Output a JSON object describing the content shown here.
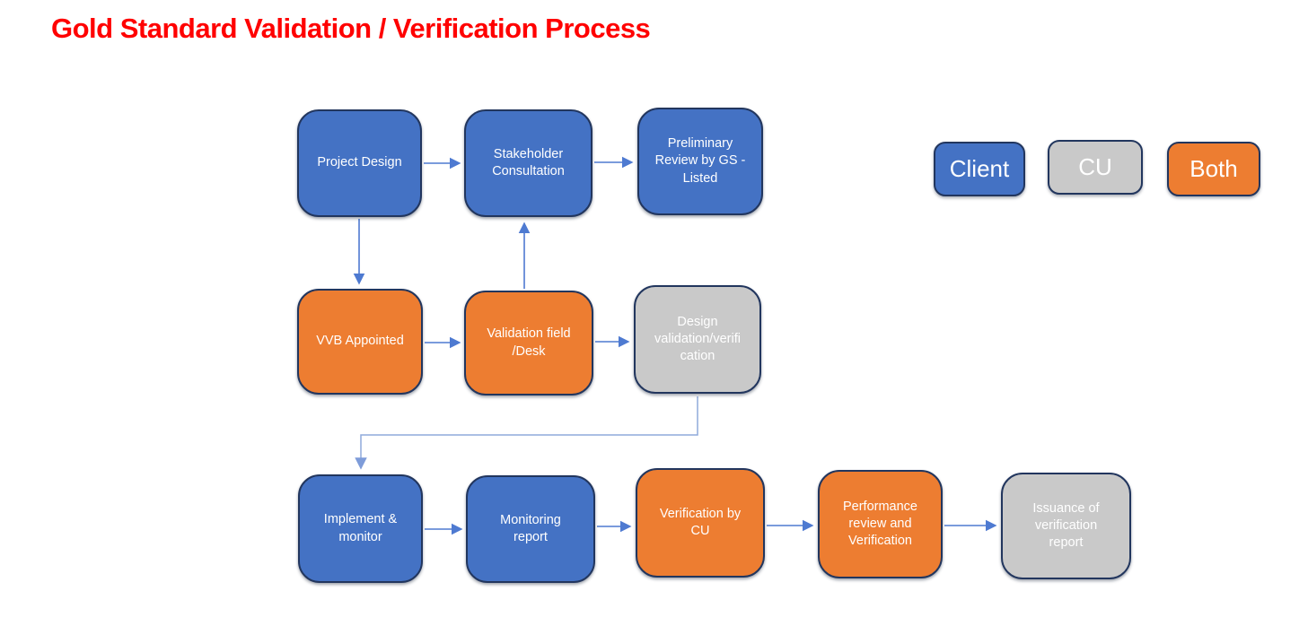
{
  "title": {
    "text": "Gold Standard Validation / Verification Process",
    "color": "#FF0000"
  },
  "legend": {
    "items": [
      {
        "label": "Client",
        "color": "#4472C4"
      },
      {
        "label": "CU",
        "color": "#C9C9C9"
      },
      {
        "label": "Both",
        "color": "#ED7D31"
      }
    ]
  },
  "diagram": {
    "nodes": [
      {
        "id": "project-design",
        "label": "Project Design",
        "actor": "Client",
        "color": "#4472C4"
      },
      {
        "id": "stakeholder-consultation",
        "label": "Stakeholder\nConsultation",
        "actor": "Client",
        "color": "#4472C4"
      },
      {
        "id": "preliminary-review-gs-listed",
        "label": "Preliminary\nReview by GS -\nListed",
        "actor": "Client",
        "color": "#4472C4"
      },
      {
        "id": "vvb-appointed",
        "label": "VVB Appointed",
        "actor": "Both",
        "color": "#ED7D31"
      },
      {
        "id": "validation-field-desk",
        "label": "Validation field\n/Desk",
        "actor": "Both",
        "color": "#ED7D31"
      },
      {
        "id": "design-validation-verification",
        "label": "Design\nvalidation/verifi\ncation",
        "actor": "CU",
        "color": "#C9C9C9"
      },
      {
        "id": "implement-and-monitor",
        "label": "Implement &\nmonitor",
        "actor": "Client",
        "color": "#4472C4"
      },
      {
        "id": "monitoring-report",
        "label": "Monitoring\nreport",
        "actor": "Client",
        "color": "#4472C4"
      },
      {
        "id": "verification-by-cu",
        "label": "Verification by\nCU",
        "actor": "Both",
        "color": "#ED7D31"
      },
      {
        "id": "performance-review-verification",
        "label": "Performance\nreview and\nVerification",
        "actor": "Both",
        "color": "#ED7D31"
      },
      {
        "id": "issuance-verification-report",
        "label": "Issuance of\nverification\nreport",
        "actor": "CU",
        "color": "#C9C9C9"
      }
    ],
    "edges": [
      {
        "from": "project-design",
        "to": "stakeholder-consultation"
      },
      {
        "from": "stakeholder-consultation",
        "to": "preliminary-review-gs-listed"
      },
      {
        "from": "project-design",
        "to": "vvb-appointed"
      },
      {
        "from": "validation-field-desk",
        "to": "stakeholder-consultation"
      },
      {
        "from": "vvb-appointed",
        "to": "validation-field-desk"
      },
      {
        "from": "validation-field-desk",
        "to": "design-validation-verification"
      },
      {
        "from": "design-validation-verification",
        "to": "implement-and-monitor"
      },
      {
        "from": "implement-and-monitor",
        "to": "monitoring-report"
      },
      {
        "from": "monitoring-report",
        "to": "verification-by-cu"
      },
      {
        "from": "verification-by-cu",
        "to": "performance-review-verification"
      },
      {
        "from": "performance-review-verification",
        "to": "issuance-verification-report"
      }
    ]
  },
  "colors": {
    "node_border": "#22365E",
    "connector": "#4E7AD1",
    "connector_light": "#8FAADC",
    "title": "#FF0000",
    "background": "#FFFFFF"
  }
}
